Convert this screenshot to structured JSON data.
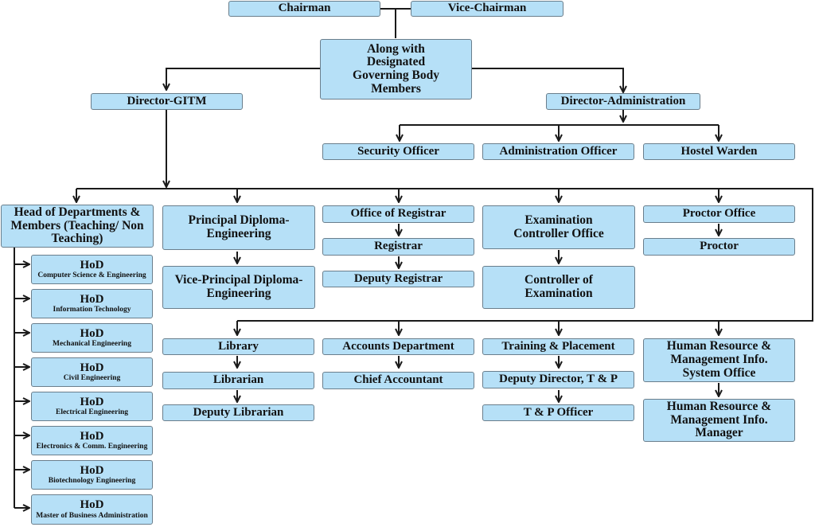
{
  "top": {
    "chairman": "Chairman",
    "vice_chairman": "Vice-Chairman",
    "governing_body": "Along with Designated Governing Body Members"
  },
  "directors": {
    "gitm": "Director-GITM",
    "administration": "Director-Administration"
  },
  "admin_staff": [
    "Security Officer",
    "Administration Officer",
    "Hostel Warden"
  ],
  "hod_block": {
    "title": "Head of Departments & Members (Teaching/ Non Teaching)",
    "hod_label": "HoD",
    "departments": [
      "Computer Science & Engineering",
      "Information Technology",
      "Mechanical Engineering",
      "Civil Engineering",
      "Electrical Engineering",
      "Electronics & Comm. Engineering",
      "Biotechnology Engineering",
      "Master of Business Administration"
    ]
  },
  "row1": {
    "principal": "Principal Diploma-Engineering",
    "vice_principal": "Vice-Principal Diploma-Engineering",
    "office_registrar": "Office of Registrar",
    "registrar": "Registrar",
    "deputy_registrar": "Deputy Registrar",
    "exam_office": "Examination Controller Office",
    "controller": "Controller of Examination",
    "proctor_office": "Proctor Office",
    "proctor": "Proctor"
  },
  "row2": {
    "library": "Library",
    "librarian": "Librarian",
    "deputy_librarian": "Deputy Librarian",
    "accounts": "Accounts Department",
    "chief_accountant": "Chief Accountant",
    "training": "Training & Placement",
    "deputy_director_tp": "Deputy Director, T & P",
    "tp_officer": "T & P Officer",
    "hr_office": "Human Resource & Management Info. System Office",
    "hr_manager": "Human Resource & Management Info. Manager"
  },
  "colors": {
    "box_fill": "#b6e0f7",
    "box_border": "#6a7e8c",
    "line": "#1a1a1a"
  }
}
